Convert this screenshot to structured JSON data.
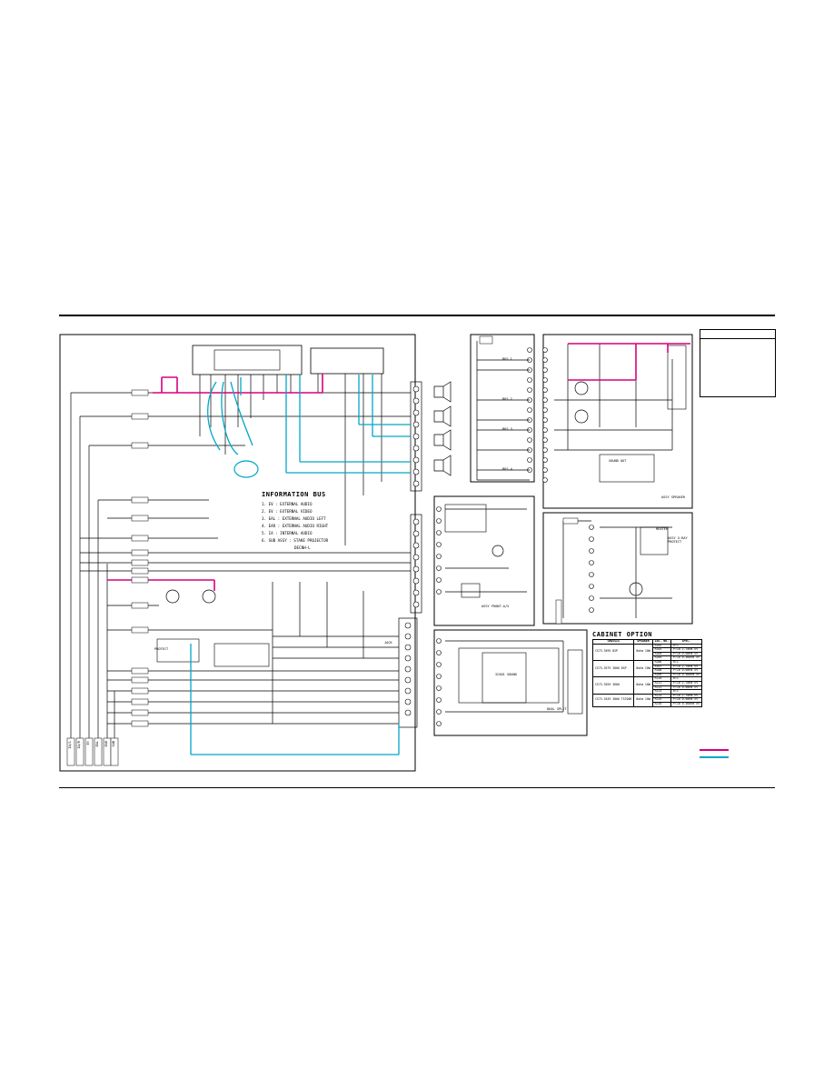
{
  "page": {
    "title": "Schematic Diagram"
  },
  "information_bus": {
    "heading": "INFORMATION BUS",
    "lines": [
      "1. EV : EXTERNAL AUDIO",
      "2. EV : EXTERNAL VIDEO",
      "3. EAL : EXTERNAL AUDIO LEFT",
      "4. EAR : EXTERNAL AUDIO RIGHT",
      "5. IA : INTERNAL AUDIO",
      "6. SUB ASSY : STAKE PROJECTOR",
      "DECNH-L"
    ]
  },
  "cabinet_option": {
    "heading": "CABINET OPTION",
    "columns": [
      "CHASSIS",
      "SPEAKER",
      "LOC. NO.",
      "SPEC."
    ],
    "groups": [
      {
        "chassis": "CS73-3599 DSP",
        "speaker": "8ohm 10W",
        "rows": [
          [
            "R202",
            "RT1"
          ],
          [
            "R203",
            "PT10 2.7ohm 5%"
          ],
          [
            "R204",
            "PT10 0.6ohm 5%"
          ],
          [
            "R205",
            "PT10 0.56ohm 5%"
          ]
        ]
      },
      {
        "chassis": "CS73-3579 3806 DSP",
        "speaker": "8ohm 10W",
        "rows": [
          [
            "R206",
            "RT1"
          ],
          [
            "R207",
            "PT10 2.7ohm 5%"
          ],
          [
            "R208",
            "PT10 0.6ohm 5%"
          ],
          [
            "R209",
            "PT10 0.56ohm 5%"
          ]
        ]
      },
      {
        "chassis": "CS73-3559 3600",
        "speaker": "8ohm 10W",
        "rows": [
          [
            "R210",
            "RT1"
          ],
          [
            "R211",
            "PT10 2.7ohm 5%"
          ],
          [
            "R212",
            "PT10 0.6ohm 5%"
          ],
          [
            "R213",
            "RT1"
          ]
        ]
      },
      {
        "chassis": "CS73-3549 3806 TS700R",
        "speaker": "8ohm 10W",
        "rows": [
          [
            "R214",
            "PT10 2.7ohm 5%"
          ],
          [
            "R215",
            "PT10 0.6ohm 5%"
          ],
          [
            "R216",
            "PT10 0.56ohm 5%"
          ]
        ]
      }
    ]
  },
  "blocks": {
    "front_av": "ASSY FRONT-A/V",
    "sound_out": "SOUND OUT",
    "speaker_assy": "ASSY SPEAKER",
    "heater": "HEATER",
    "heater_protect": "ASSY X-RAY PROTECT",
    "dual_split": "DUAL SPLIT",
    "main_ic": "IC601 SOUND",
    "jack": "JACK",
    "protect": "PROTECT"
  },
  "connectors": {
    "left_bus": [
      "IA/L",
      "IA/R",
      "EV",
      "EAL",
      "EAR",
      "SUB"
    ],
    "right_bus": [
      "BUS 1",
      "BUS 2",
      "BUS 3",
      "BUS 4"
    ]
  },
  "colors": {
    "power_line": "#d6007f",
    "signal_line": "#00a6c8",
    "wire": "#000000"
  }
}
